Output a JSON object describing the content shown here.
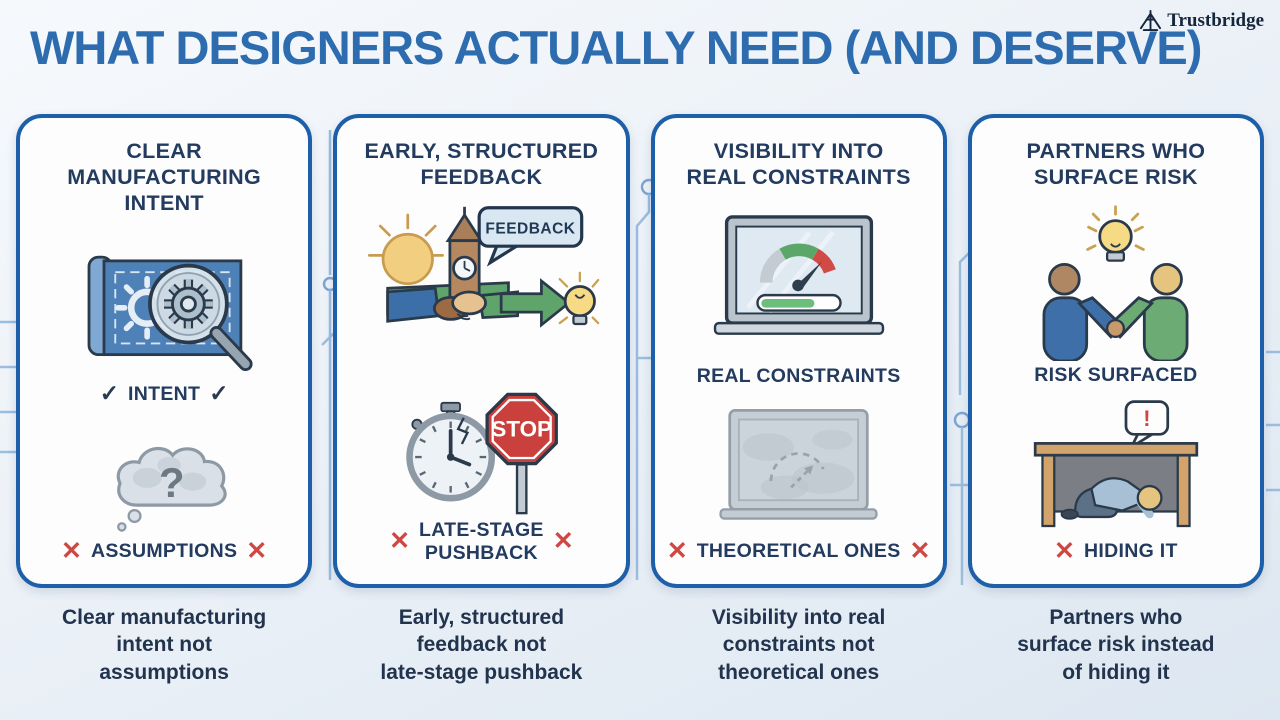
{
  "header": {
    "title": "WHAT DESIGNERS ACTUALLY NEED (AND DESERVE)"
  },
  "logo": {
    "name": "Trustbridge"
  },
  "marks": {
    "check": "✓",
    "cross": "✕"
  },
  "cards": [
    {
      "title": "CLEAR\nMANUFACTURING\nINTENT",
      "good_label": "INTENT",
      "question_mark": "?",
      "bad_label": "ASSUMPTIONS",
      "caption": "Clear manufacturing\nintent not\nassumptions"
    },
    {
      "title": "EARLY, STRUCTURED\nFEEDBACK",
      "bubble_text": "FEEDBACK",
      "stop_text": "STOP",
      "bad_label": "LATE-STAGE\nPUSHBACK",
      "caption": "Early, structured\nfeedback not\nlate-stage pushback"
    },
    {
      "title": "VISIBILITY INTO\nREAL CONSTRAINTS",
      "good_label": "REAL CONSTRAINTS",
      "bad_label": "THEORETICAL ONES",
      "caption": "Visibility into real\nconstraints not\ntheoretical ones"
    },
    {
      "title": "PARTNERS WHO\nSURFACE RISK",
      "good_label": "RISK SURFACED",
      "alert_text": "!",
      "bad_label": "HIDING IT",
      "caption": "Partners who\nsurface risk instead\nof hiding it"
    }
  ],
  "colors": {
    "title_blue": "#2d6cae",
    "card_border_blue": "#1d5fa8",
    "navy_text": "#233b5e",
    "cross_red": "#cf4742",
    "arrow_green": "#5fa56b",
    "bulb_yellow": "#f6da84"
  }
}
